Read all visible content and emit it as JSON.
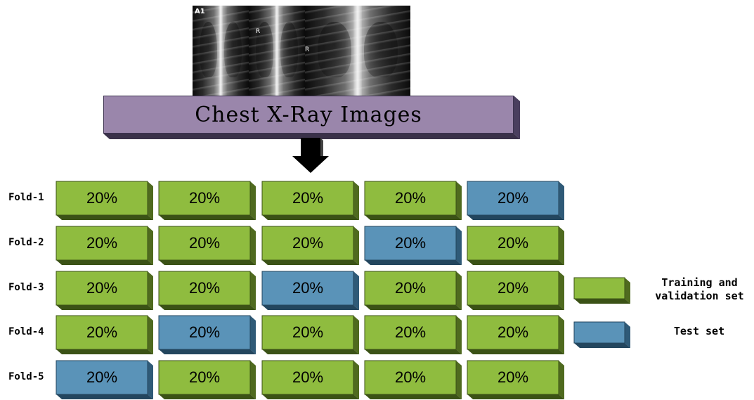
{
  "header": {
    "title": "Chest X-Ray Images",
    "xray_labels": [
      "A1",
      "R",
      "R"
    ]
  },
  "folds": [
    {
      "label": "Fold-1",
      "cells": [
        "20%",
        "20%",
        "20%",
        "20%",
        "20%"
      ],
      "test_index": 4
    },
    {
      "label": "Fold-2",
      "cells": [
        "20%",
        "20%",
        "20%",
        "20%",
        "20%"
      ],
      "test_index": 3
    },
    {
      "label": "Fold-3",
      "cells": [
        "20%",
        "20%",
        "20%",
        "20%",
        "20%"
      ],
      "test_index": 2
    },
    {
      "label": "Fold-4",
      "cells": [
        "20%",
        "20%",
        "20%",
        "20%",
        "20%"
      ],
      "test_index": 1
    },
    {
      "label": "Fold-5",
      "cells": [
        "20%",
        "20%",
        "20%",
        "20%",
        "20%"
      ],
      "test_index": 0
    }
  ],
  "legend": {
    "training": "Training and validation set",
    "test": "Test set"
  },
  "colors": {
    "training_front": "#8fbc3f",
    "training_side": "#4f6a1f",
    "training_bottom": "#3b5216",
    "test_front": "#5a93b8",
    "test_side": "#2f5a77",
    "test_bottom": "#23465e",
    "title_front": "#9a86ab",
    "title_side": "#4a3f5e"
  }
}
